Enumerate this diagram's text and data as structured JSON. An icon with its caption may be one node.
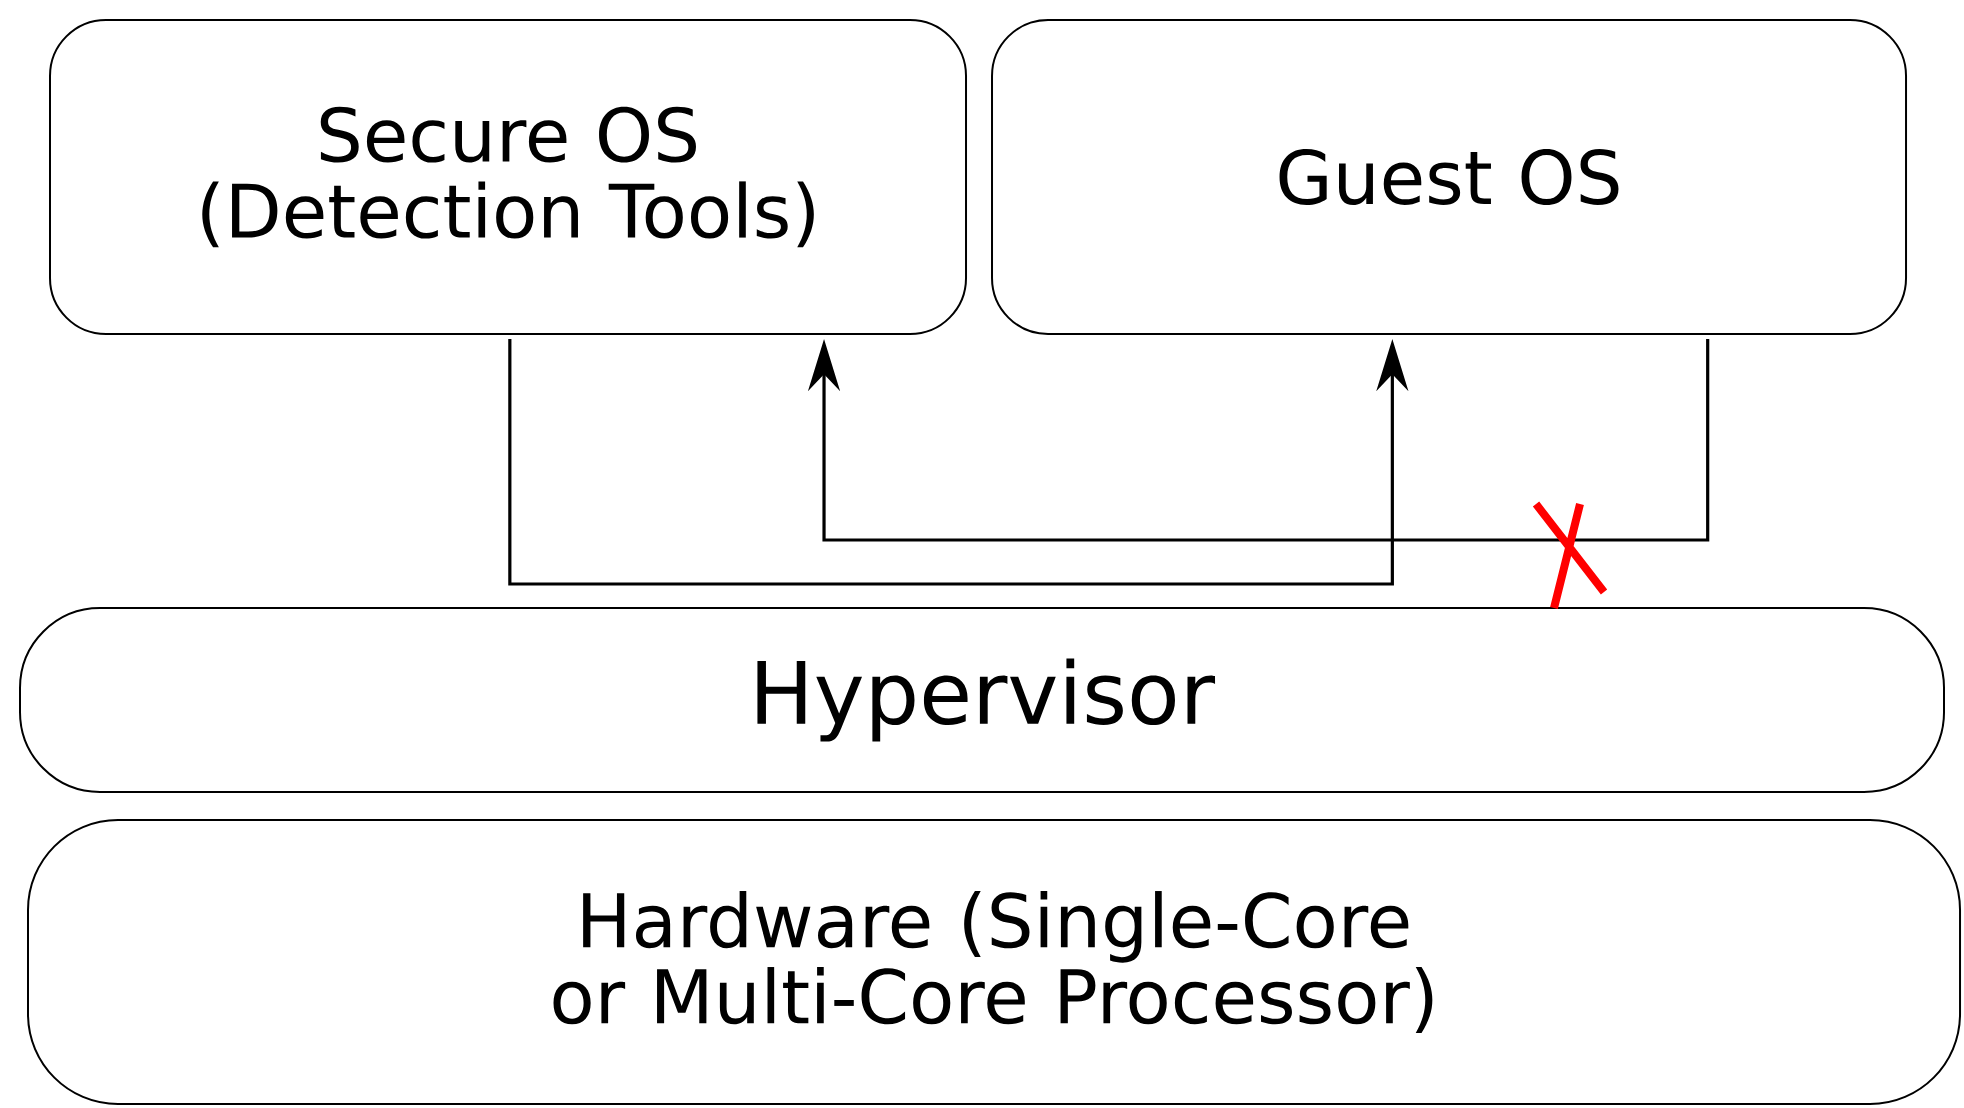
{
  "diagram": {
    "nodes": [
      {
        "text": [
          "Secure OS (Detection Tools)"
        ]
      },
      {
        "text": [
          "Guest OS"
        ]
      },
      {
        "text": [
          "Hypervisor"
        ]
      },
      {
        "text": [
          "Hardware (Single-Core or Multi-Core Processor)"
        ]
      }
    ],
    "edges": [
      {
        "from": 0,
        "to": 1,
        "arrow": "to"
      },
      {
        "from": 1,
        "to": 0,
        "arrow": "to"
      }
    ]
  }
}
